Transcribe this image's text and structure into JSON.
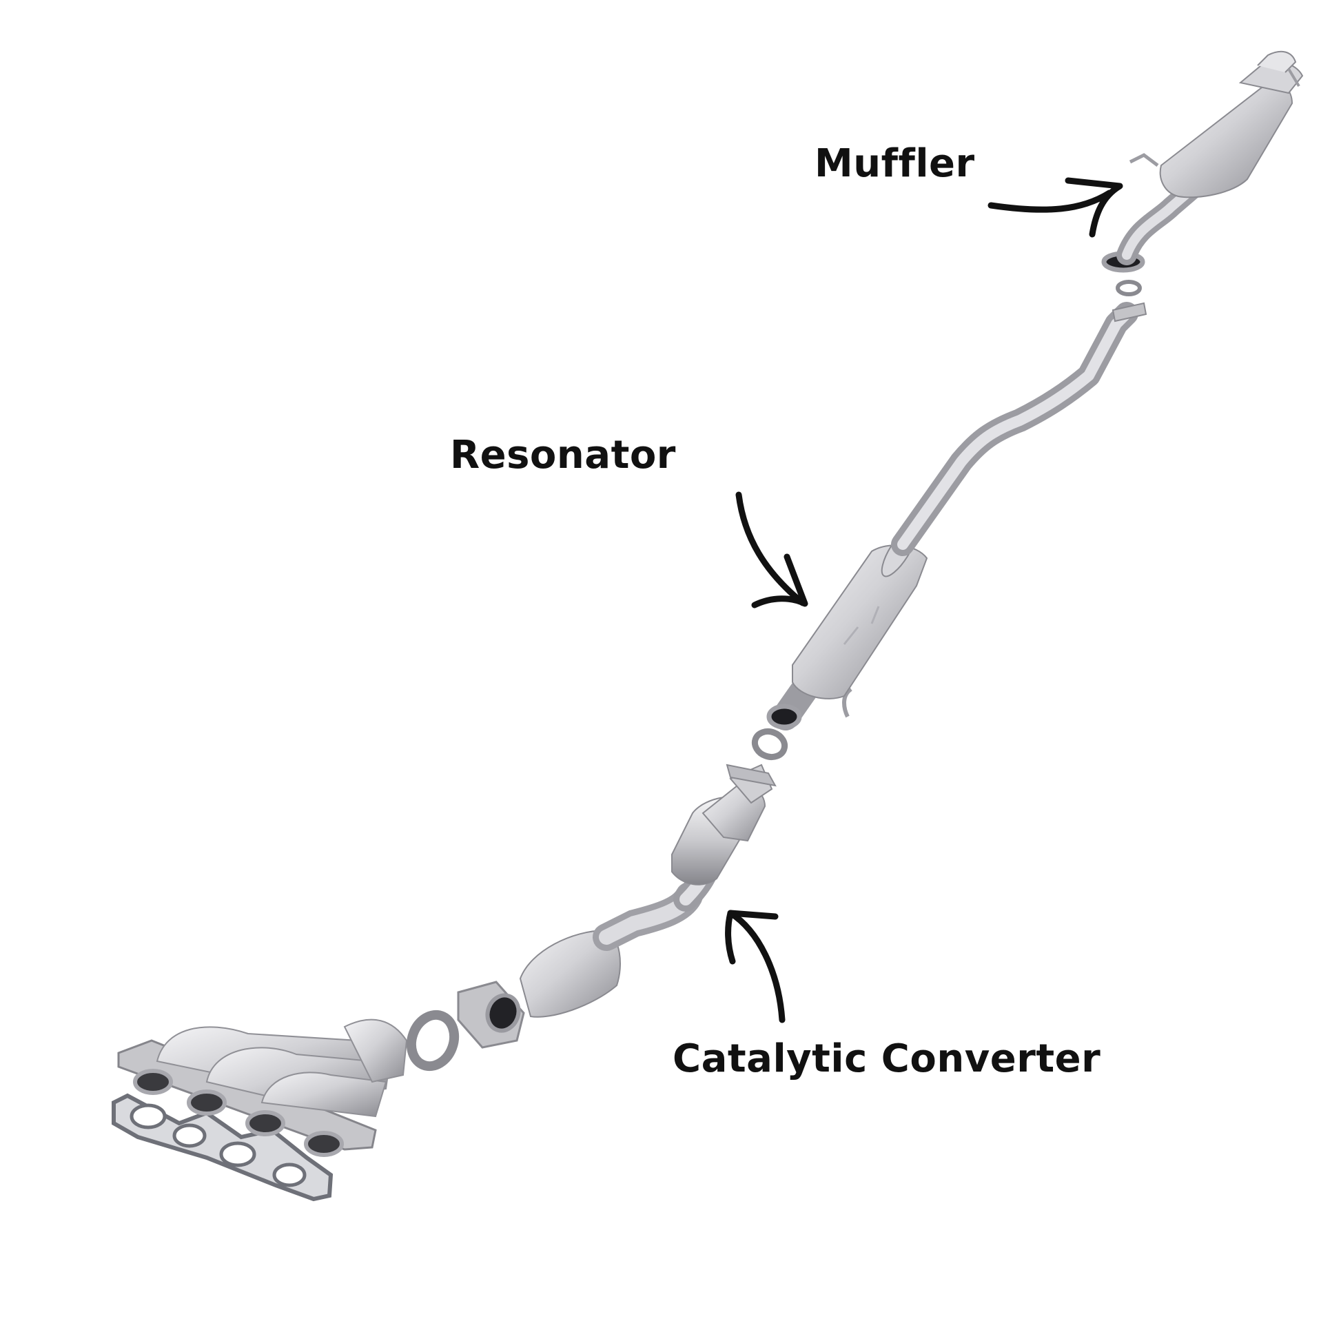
{
  "labels": {
    "muffler": "Muffler",
    "resonator": "Resonator",
    "catalytic_converter": "Catalytic Converter"
  },
  "colors": {
    "background": "#ffffff",
    "text": "#111111",
    "arrow": "#111111",
    "metal_light": "#e6e6e8",
    "metal_mid": "#bcbcc0",
    "metal_dark": "#7e7e84",
    "gasket": "#9a9ca4"
  }
}
